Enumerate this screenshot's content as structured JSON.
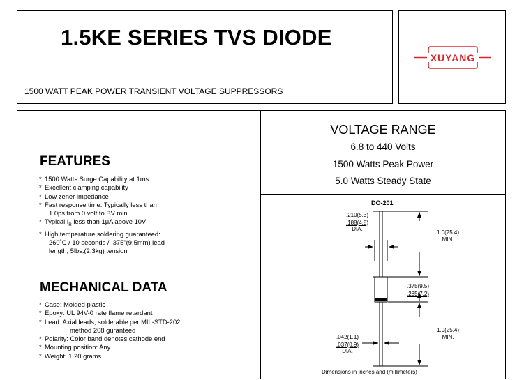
{
  "header": {
    "title": "1.5KE SERIES TVS DIODE",
    "subtitle": "1500 WATT PEAK POWER TRANSIENT VOLTAGE SUPPRESSORS",
    "logo_text": "XUYANG",
    "logo_color": "#d8262d"
  },
  "features": {
    "heading": "FEATURES",
    "items": [
      "1500 Watts Surge Capability at 1ms",
      "Excellent clamping capability",
      "Low zener impedance",
      "Fast response time: Typically less than",
      "1.0ps from 0 volt to BV min.",
      "Typical I",
      "R",
      "less than 1",
      "μ",
      "A above 10V",
      "High temperature soldering guaranteed:",
      "260˚C / 10 seconds / .375\"(9.5mm) lead",
      "length, 5lbs.(2.3kg) tension"
    ]
  },
  "mechanical": {
    "heading": "MECHANICAL DATA",
    "items": [
      "Case: Molded plastic",
      "Epoxy: UL 94V-0 rate flame retardant",
      "Lead: Axial leads, solderable per MIL-STD-202,",
      "method 208 guranteed",
      "Polarity: Color band denotes cathode end",
      "Mounting position: Any",
      "Weight: 1.20 grams"
    ]
  },
  "voltage_range": {
    "title": "VOLTAGE RANGE",
    "line1": "6.8 to 440 Volts",
    "line2": "1500 Watts Peak Power",
    "line3": "5.0 Watts Steady State"
  },
  "diagram": {
    "package": "DO-201",
    "lead_dia_top": ".210(5.3)",
    "lead_dia_bottom": ".188(4.8)",
    "dia_label": "DIA.",
    "lead_len_value": "1.0(25.4)",
    "lead_len_min": "MIN.",
    "body_len_top": ".375(9.5)",
    "body_len_bottom": ".285(7.2)",
    "wire_dia_top": ".042(1.1)",
    "wire_dia_bottom": ".037(0.9)",
    "footer": "Dimensions in inches and (millimeters)"
  }
}
